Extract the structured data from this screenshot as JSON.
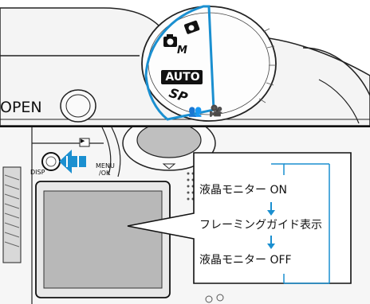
{
  "top_panel": {
    "open_label": "OPEN",
    "dial": {
      "movie_glyph": "🎥",
      "manual_mode_sub": "M",
      "auto_label": "AUTO",
      "sp_label": "SP",
      "scene_glyph": "👥",
      "highlight_color": "#1a8fd0"
    }
  },
  "bottom_panel": {
    "disp_label": "DISP",
    "menu_label_line1": "MENU",
    "menu_label_line2": "/OK",
    "playback_glyph": "▶",
    "arrow_color": "#1a8fd0",
    "callout": {
      "step1": "液晶モニター ON",
      "step2": "フレーミングガイド表示",
      "step3": "液晶モニター OFF",
      "bracket_color": "#1a8fd0"
    }
  }
}
